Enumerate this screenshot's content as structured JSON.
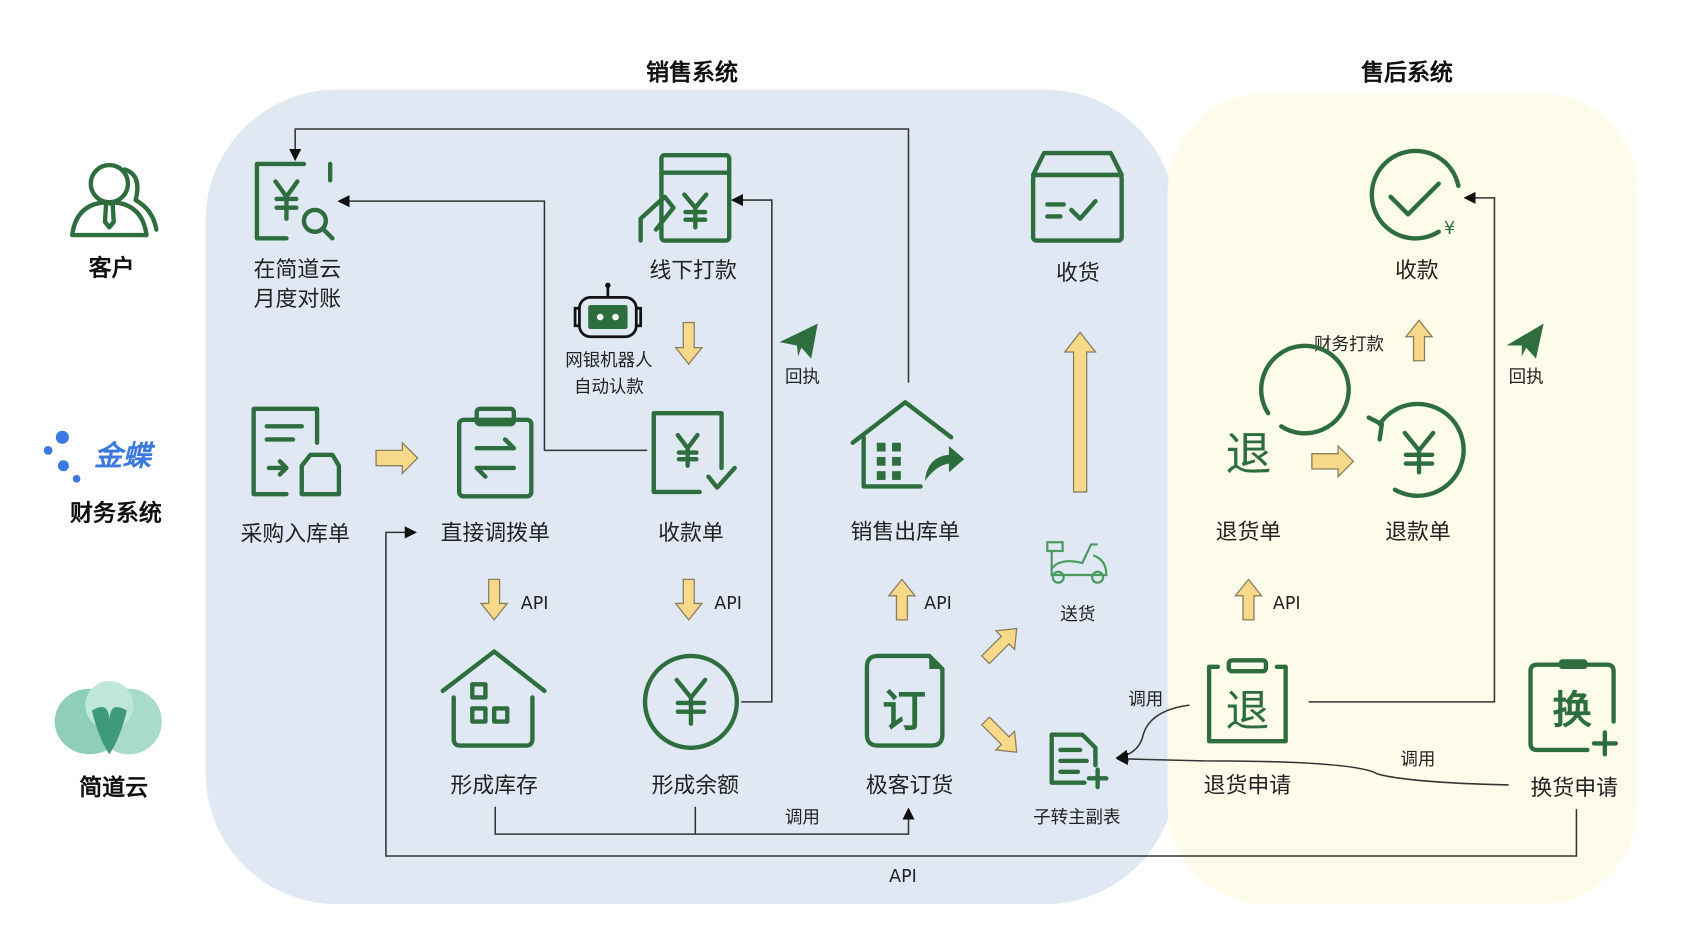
{
  "sections": {
    "sales": "销售系统",
    "after_sales": "售后系统"
  },
  "roles": {
    "customer": "客户",
    "kingdee_logo": "金蝶",
    "finance": "财务系统",
    "jiandaoyun": "简道云"
  },
  "nodes": {
    "monthly_recon_1": "在简道云",
    "monthly_recon_2": "月度对账",
    "offline_pay": "线下打款",
    "bank_robot_1": "网银机器人",
    "bank_robot_2": "自动认款",
    "receipt_back_1": "回执",
    "receive_goods": "收货",
    "purchase_in": "采购入库单",
    "direct_transfer": "直接调拨单",
    "collection": "收款单",
    "sales_out": "销售出库单",
    "delivery": "送货",
    "inventory": "形成库存",
    "balance": "形成余额",
    "order": "极客订货",
    "sub_to_main": "子转主副表",
    "return_order": "退货单",
    "refund_order": "退款单",
    "refund_receive": "收款",
    "finance_pay": "财务打款",
    "receipt_back_2": "回执",
    "return_request": "退货申请",
    "exchange_request": "换货申请"
  },
  "edge_labels": {
    "api": "API",
    "call": "调用",
    "return_char": "退",
    "exchange_char": "换",
    "order_char": "订"
  },
  "colors": {
    "icon": "#2e6e3e",
    "sales_bg": "#dfe8f3",
    "after_bg": "#fdfbea",
    "arrow": "#f8d98a"
  }
}
